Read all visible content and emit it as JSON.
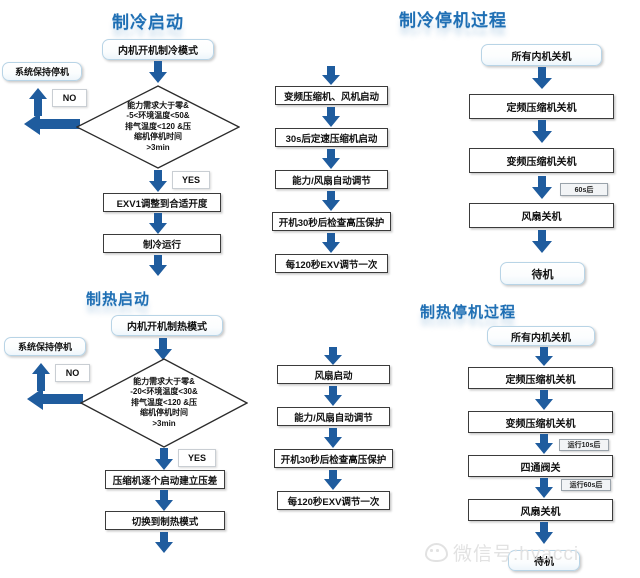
{
  "meta": {
    "accent_blue": "#1F6FB4",
    "arrow_blue": "#1F5C9E",
    "box_border": "#3b3b3b"
  },
  "sections": {
    "cooling_start": {
      "title": "制冷启动",
      "start": "内机开机制冷模式",
      "decision": {
        "lines": [
          "能力需求大于零&",
          "-5<环境温度<50&",
          "排气温度<120 &压",
          "缩机停机时间",
          ">3min"
        ],
        "no_label": "NO",
        "yes_label": "YES"
      },
      "no_target": "系统保持停机",
      "steps": [
        "EXV1调整到合适开度",
        "制冷运行"
      ]
    },
    "cooling_start_right": {
      "steps": [
        "变频压缩机、风机启动",
        "30s后定速压缩机启动",
        "能力/风扇自动调节",
        "开机30秒后检查高压保护",
        "每120秒EXV调节一次"
      ]
    },
    "cooling_stop": {
      "title": "制冷停机过程",
      "start": "所有内机关机",
      "steps": [
        "定频压缩机关机",
        "变频压缩机关机",
        "风扇关机"
      ],
      "notes": [
        "60s后"
      ],
      "end": "待机"
    },
    "heating_start": {
      "title": "制热启动",
      "start": "内机开机制热模式",
      "decision": {
        "lines": [
          "能力需求大于零&",
          "-20<环境温度<30&",
          "排气温度<120 &压",
          "缩机停机时间",
          ">3min"
        ],
        "no_label": "NO",
        "yes_label": "YES"
      },
      "no_target": "系统保持停机",
      "steps": [
        "压缩机逐个启动建立压差",
        "切换到制热模式"
      ]
    },
    "heating_start_right": {
      "steps": [
        "风扇启动",
        "能力/风扇自动调节",
        "开机30秒后检查高压保护",
        "每120秒EXV调节一次"
      ]
    },
    "heating_stop": {
      "title": "制热停机过程",
      "start": "所有内机关机",
      "steps": [
        "定频压缩机关机",
        "变频压缩机关机",
        "四通阀关",
        "风扇关机"
      ],
      "notes": [
        "运行10s后",
        "运行60s后"
      ],
      "end": "待机"
    }
  },
  "watermark": {
    "text": "微信号:hvacci"
  }
}
